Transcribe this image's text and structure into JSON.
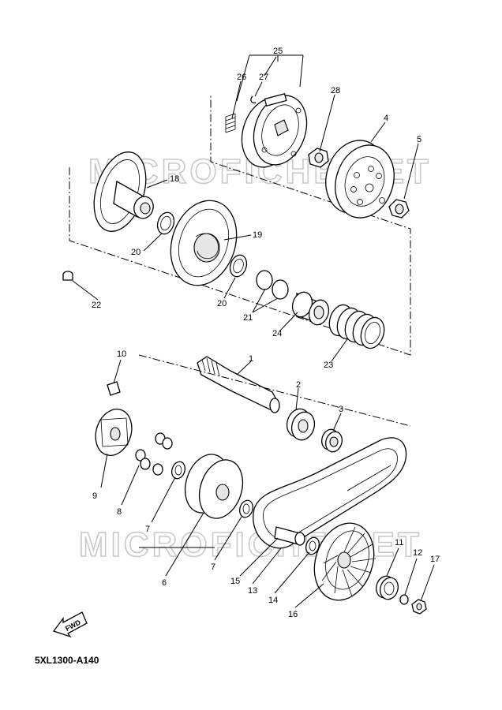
{
  "diagram_code": "5XL1300-A140",
  "direction_label": "FWD",
  "watermark_text": "MICROFICHE.NET",
  "part_numbers": [
    "1",
    "2",
    "3",
    "4",
    "5",
    "6",
    "7",
    "7",
    "8",
    "9",
    "10",
    "11",
    "12",
    "13",
    "14",
    "15",
    "16",
    "17",
    "18",
    "19",
    "20",
    "20",
    "21",
    "22",
    "23",
    "24",
    "25",
    "26",
    "27",
    "28"
  ]
}
